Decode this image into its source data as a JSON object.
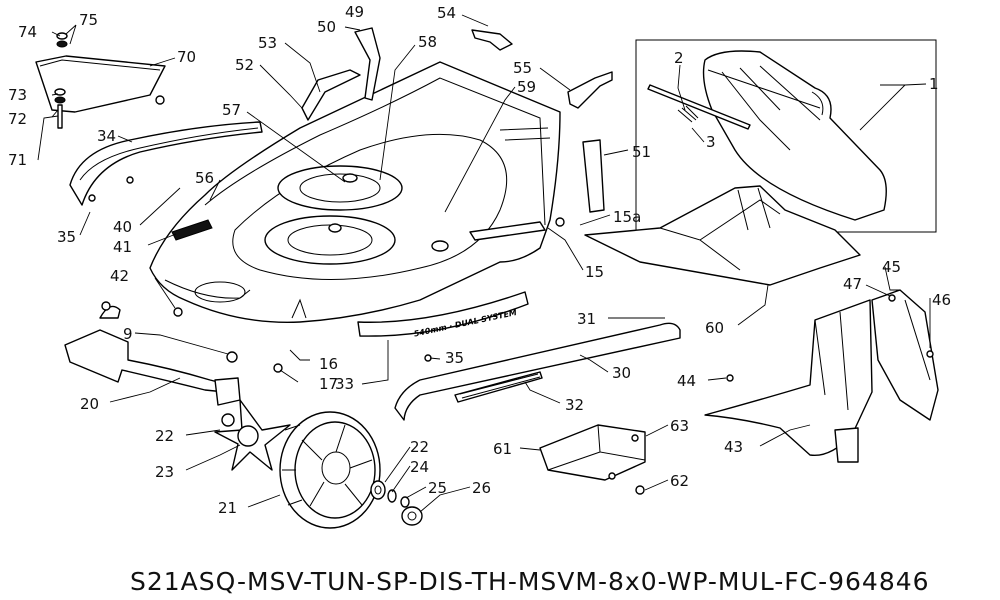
{
  "model_code": "S21ASQ-MSV-TUN-SP-DIS-TH-MSVM-8x0-WP-MUL-FC-964846",
  "deck_emblem": "540mm · DUAL SYSTEM",
  "callouts": [
    "75",
    "74",
    "70",
    "73",
    "72",
    "71",
    "34",
    "35",
    "40",
    "41",
    "56",
    "57",
    "53",
    "52",
    "50",
    "49",
    "58",
    "54",
    "55",
    "59",
    "51",
    "2",
    "3",
    "1",
    "15a",
    "15",
    "60",
    "47",
    "45",
    "46",
    "42",
    "9",
    "16",
    "17",
    "35",
    "33",
    "31",
    "30",
    "32",
    "20",
    "22",
    "23",
    "21",
    "22",
    "24",
    "25",
    "26",
    "61",
    "63",
    "62",
    "44",
    "43"
  ]
}
